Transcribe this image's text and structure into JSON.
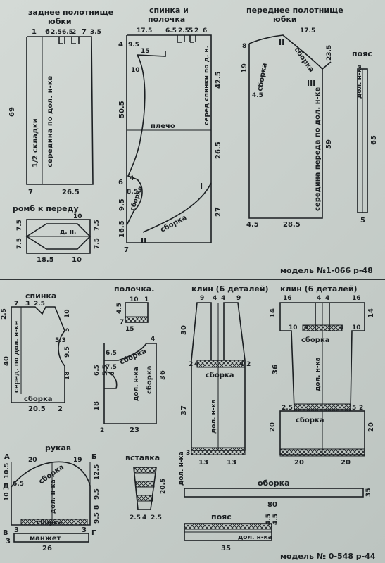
{
  "model_top": "модель №1-066 р-48",
  "model_bottom": "модель № 0-548 р-44",
  "skirt_back": {
    "title1": "заднее полотнище",
    "title2": "юбки",
    "folds": "1/2 складки",
    "center": "середина по дол. н-ке",
    "d_top": [
      "1",
      "6",
      "2.5",
      "6.5",
      "2",
      "7",
      "3.5"
    ],
    "d_69": "69",
    "d_bottom_left": "7",
    "d_bottom": "26.5"
  },
  "back_front": {
    "title1": "спинка и",
    "title2": "полочка",
    "shoulder": "плечо",
    "center": "серед спинки по д. н.",
    "gather": "сборка",
    "gather2": "сборка",
    "d_top": [
      "17.5",
      "6.5",
      "2.5",
      "5",
      "2",
      "6"
    ],
    "d": [
      "4",
      "9.5",
      "15",
      "10",
      "50.5",
      "42.5",
      "26.5",
      "4",
      "6",
      "8.5",
      "9.5",
      "16.5",
      "27",
      "7",
      "II",
      "I"
    ]
  },
  "rhombus": {
    "title": "ромб к переду",
    "label": "д. н.",
    "d": [
      "10",
      "7.5",
      "7.5",
      "7.5",
      "7.5",
      "18.5",
      "10"
    ]
  },
  "skirt_front": {
    "title1": "переднее полотнище",
    "title2": "юбки",
    "gather": "сборка",
    "gather2": "сборка",
    "center": "середина переда по дол. н-ке",
    "d": [
      "17.5",
      "8",
      "19",
      "4.5",
      "23.5",
      "59",
      "4.5",
      "28.5",
      "II",
      "III"
    ]
  },
  "belt1": {
    "title": "пояс",
    "label": "дол. н-ка",
    "d": [
      "65",
      "5"
    ]
  },
  "back2": {
    "title": "спинка",
    "center": "серед. по дол. н-ке",
    "gather": "сборка",
    "d": [
      "7",
      "3",
      "2.5",
      "2.5",
      "10",
      "5",
      "40",
      "5.3",
      "9.5",
      "18",
      "20.5",
      "2"
    ]
  },
  "shelf": {
    "title": "полочка.",
    "gather": "сборка",
    "label": "дол. н-ка",
    "gather2": "сборка",
    "d": [
      "10",
      "1",
      "4.5",
      "7",
      "15",
      "4",
      "6.5",
      "7.5",
      "6.5",
      "5.5",
      "6",
      "36",
      "18",
      "2",
      "23"
    ]
  },
  "wedge1": {
    "title": "клин (6 деталей)",
    "gather": "сборка",
    "label": "дол. н-ка",
    "d": [
      "9",
      "4",
      "4",
      "9",
      "30",
      "2",
      "4",
      "4",
      "2",
      "37",
      "13",
      "13",
      "3"
    ]
  },
  "wedge2": {
    "title": "клин (6 деталей)",
    "gather": "сборка",
    "label": "дол. н-ка",
    "gather2": "сборка",
    "d": [
      "16",
      "4",
      "4",
      "16",
      "14",
      "14",
      "10",
      "4",
      "4",
      "10",
      "36",
      "2.5",
      "5",
      "2",
      "20",
      "20",
      "20",
      "20"
    ]
  },
  "sleeve": {
    "title": "рукав",
    "gather": "сборка",
    "label": "дол. н-ка",
    "cuff_gather": "сборка",
    "cuff": "манжет",
    "d": [
      "А",
      "Б",
      "Д",
      "В",
      "Г",
      "20",
      "19",
      "10.5",
      "12.5",
      "6.5",
      "10",
      "9.5",
      "8",
      "9.5",
      "3",
      "3",
      "26",
      "3"
    ]
  },
  "insert": {
    "title": "вставка",
    "d": [
      "20.5",
      "2.5",
      "4",
      "2.5"
    ]
  },
  "frill": {
    "title": "оборка",
    "label": "дол. н-ка",
    "d": [
      "80",
      "35"
    ]
  },
  "belt2": {
    "title": "пояс",
    "label": "дол. н-ка",
    "d": [
      "4.5",
      "4.5",
      "35"
    ]
  }
}
